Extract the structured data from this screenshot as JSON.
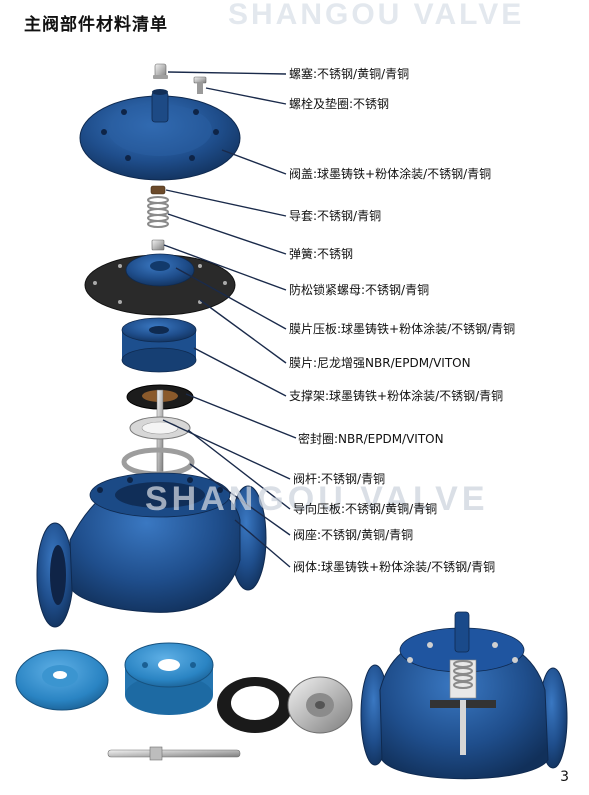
{
  "header": {
    "title": "主阀部件材料清单",
    "watermark": "SHANGOU VALVE"
  },
  "watermark_mid": "SHANGOU VALVE",
  "parts": [
    {
      "label": "螺塞:不锈钢/黄铜/青铜"
    },
    {
      "label": "螺栓及垫圈:不锈钢"
    },
    {
      "label": "阀盖:球墨铸铁+粉体涂装/不锈钢/青铜"
    },
    {
      "label": "导套:不锈钢/青铜"
    },
    {
      "label": "弹簧:不锈钢"
    },
    {
      "label": "防松锁紧螺母:不锈钢/青铜"
    },
    {
      "label": "膜片压板:球墨铸铁+粉体涂装/不锈钢/青铜"
    },
    {
      "label": "膜片:尼龙增强NBR/EPDM/VITON"
    },
    {
      "label": "支撑架:球墨铸铁+粉体涂装/不锈钢/青铜"
    },
    {
      "label": "密封圈:NBR/EPDM/VITON"
    },
    {
      "label": "阀杆:不锈钢/青铜"
    },
    {
      "label": "导向压板:不锈钢/黄铜/青铜"
    },
    {
      "label": "阀座:不锈钢/黄铜/青铜"
    },
    {
      "label": "阀体:球墨铸铁+粉体涂装/不锈钢/青铜"
    }
  ],
  "page_number": "3",
  "colors": {
    "valve_blue": "#1f4e8c",
    "valve_blue_dark": "#13335f",
    "valve_light_blue": "#2f86c4",
    "leader_line": "#1a2a4a",
    "rubber_black": "#1c1c1c",
    "steel": "#c9c9c9"
  }
}
